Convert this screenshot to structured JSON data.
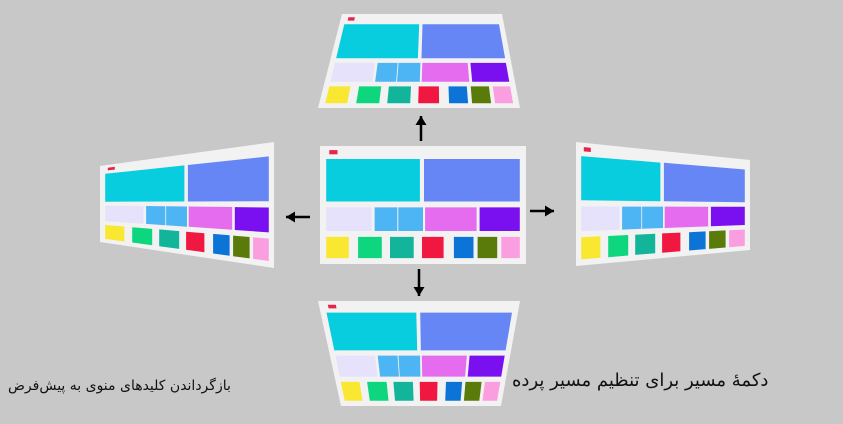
{
  "colors": {
    "background": "#c8c8c8",
    "panel": "#f2f2f2",
    "indicator": "#e8244a",
    "arrow": "#000000",
    "tiles_row1": [
      "#08cddf",
      "#6686f5"
    ],
    "tiles_row2": [
      "#e6e2fc",
      "#4eb5f5",
      "#4eb5f5",
      "#e66cef",
      "#7a10f0"
    ],
    "tiles_row3": [
      "#f9e732",
      "#0ed67e",
      "#12b59a",
      "#f01840",
      "#0c74d7",
      "#5a7a0a",
      "#fb9ee0"
    ]
  },
  "views": [
    {
      "name": "center-view",
      "orientation": "front"
    },
    {
      "name": "top-view",
      "orientation": "tilt-up"
    },
    {
      "name": "left-view",
      "orientation": "tilt-left"
    },
    {
      "name": "right-view",
      "orientation": "tilt-right"
    },
    {
      "name": "bottom-view",
      "orientation": "tilt-down"
    }
  ],
  "arrows": [
    {
      "name": "arrow-up",
      "direction": "up"
    },
    {
      "name": "arrow-left",
      "direction": "left"
    },
    {
      "name": "arrow-right",
      "direction": "right"
    },
    {
      "name": "arrow-down",
      "direction": "down"
    }
  ],
  "captions": {
    "right": "دکمۀ مسیر برای تنظیم مسیر پرده",
    "left": "بازگرداندن کلیدهای منوی به پیش‌فرض"
  }
}
